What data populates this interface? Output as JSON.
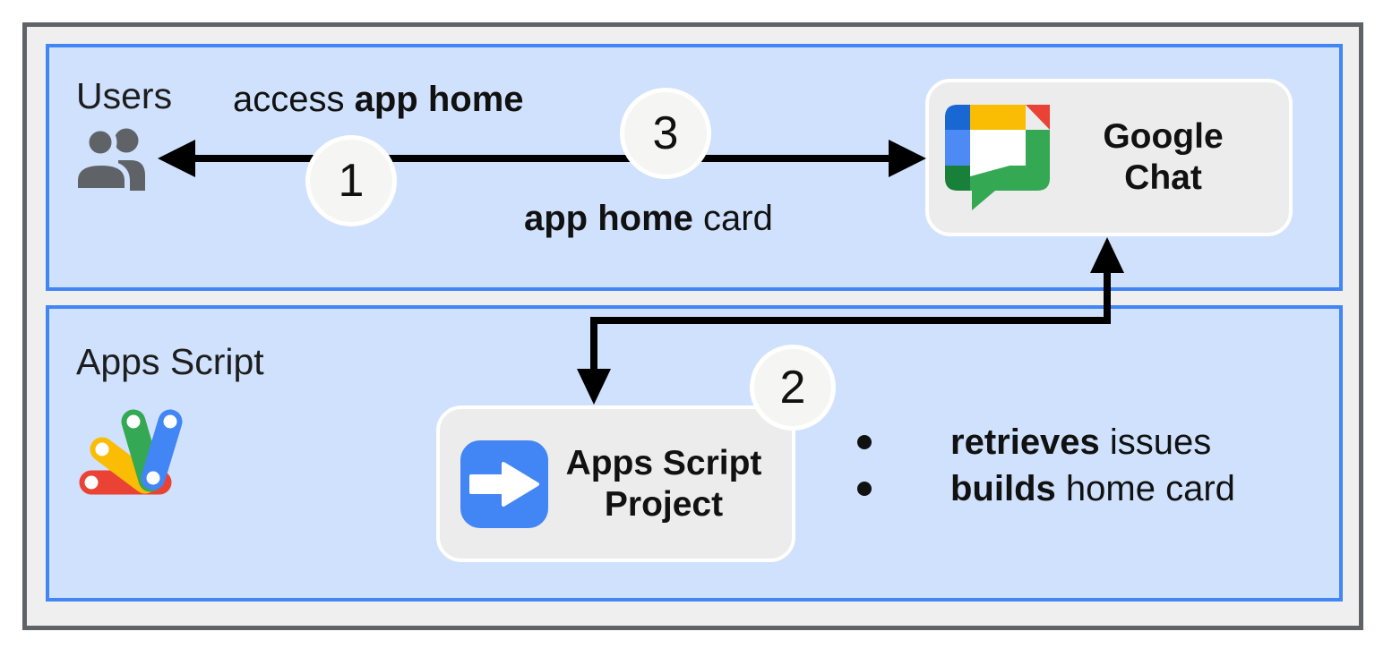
{
  "colors": {
    "frame_bg": "#efefef",
    "frame_border": "#5f6368",
    "lane_bg": "#cfe1fc",
    "lane_border": "#4285f4",
    "node_bg": "#ececec",
    "node_border": "#ffffff",
    "badge_bg": "#f5f5f3",
    "arrow_black": "#000000",
    "google_blue": "#4285f4",
    "google_red": "#ea4335",
    "google_yellow": "#fbbc04",
    "google_green": "#34a853",
    "chat_dark_blue": "#1967d2",
    "chat_light_blue": "#4d8af5",
    "chat_dark_green": "#188038",
    "users_icon_gray": "#5f6368",
    "text": "#111111"
  },
  "lanes": {
    "users": {
      "label": "Users"
    },
    "apps_script": {
      "label": "Apps Script"
    }
  },
  "nodes": {
    "google_chat": {
      "line1": "Google",
      "line2": "Chat"
    },
    "apps_script_project": {
      "line1": "Apps Script",
      "line2": "Project"
    }
  },
  "steps": {
    "one": "1",
    "two": "2",
    "three": "3"
  },
  "edge_labels": {
    "request": {
      "regular": "access ",
      "bold": "app home"
    },
    "response": {
      "bold": "app home",
      "regular": " card"
    }
  },
  "bullets": [
    {
      "bold": "retrieves",
      "rest": " issues"
    },
    {
      "bold": "builds",
      "rest": " home card"
    }
  ],
  "icons": {
    "users": "people-group",
    "google_chat": "google-chat-logo",
    "apps_script": "apps-script-logo",
    "project": "right-arrow"
  }
}
